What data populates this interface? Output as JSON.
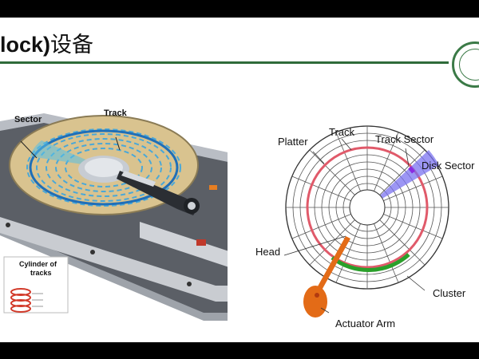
{
  "slide": {
    "title_en": "lock)",
    "title_cn": "设备",
    "colors": {
      "rule": "#2f6b3a",
      "logo": "#3b7a47"
    }
  },
  "left_figure": {
    "labels": {
      "sector": "Sector",
      "track": "Track",
      "cylinder_line1": "Cylinder of",
      "cylinder_line2": "tracks"
    }
  },
  "right_figure": {
    "labels": {
      "platter": "Platter",
      "track": "Track",
      "track_sector": "Track Sector",
      "disk_sector": "Disk Sector",
      "head": "Head",
      "cluster": "Cluster",
      "actuator_arm": "Actuator Arm"
    },
    "colors": {
      "track_ring": "#e05a6a",
      "disk_sector": "#7b73f0",
      "track_sector": "#8a2be2",
      "cluster": "#2aa02a",
      "arm": "#e36b17"
    }
  }
}
